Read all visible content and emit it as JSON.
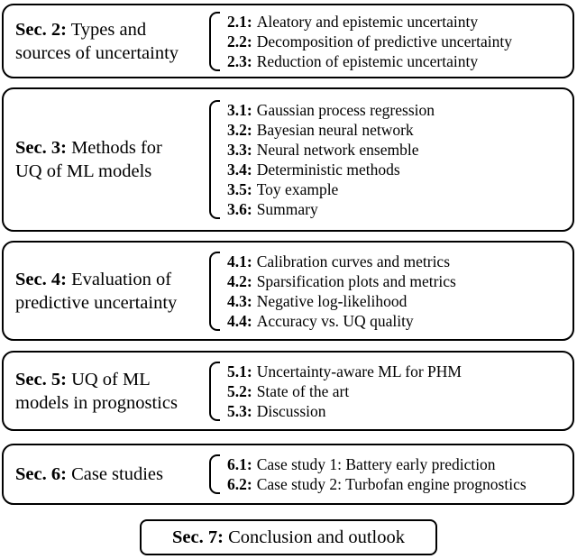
{
  "figure": {
    "background": "#ffffff",
    "border_color": "#000000",
    "text_color": "#000000",
    "sections": [
      {
        "title": {
          "bold": "Sec. 2:",
          "line1": "Types and",
          "line2": "sources of uncertainty"
        },
        "subsections": [
          {
            "num": "2.1:",
            "label": "Aleatory and epistemic uncertainty"
          },
          {
            "num": "2.2:",
            "label": "Decomposition of predictive uncertainty"
          },
          {
            "num": "2.3:",
            "label": "Reduction of epistemic uncertainty"
          }
        ]
      },
      {
        "title": {
          "bold": "Sec. 3:",
          "line1": "Methods for",
          "line2": "UQ of ML models"
        },
        "subsections": [
          {
            "num": "3.1:",
            "label": "Gaussian process regression"
          },
          {
            "num": "3.2:",
            "label": "Bayesian neural network"
          },
          {
            "num": "3.3:",
            "label": "Neural network ensemble"
          },
          {
            "num": "3.4:",
            "label": "Deterministic methods"
          },
          {
            "num": "3.5:",
            "label": "Toy example"
          },
          {
            "num": "3.6:",
            "label": "Summary"
          }
        ]
      },
      {
        "title": {
          "bold": "Sec. 4:",
          "line1": "Evaluation of",
          "line2": "predictive uncertainty"
        },
        "subsections": [
          {
            "num": "4.1:",
            "label": "Calibration curves and metrics"
          },
          {
            "num": "4.2:",
            "label": "Sparsification plots and metrics"
          },
          {
            "num": "4.3:",
            "label": "Negative log-likelihood"
          },
          {
            "num": "4.4:",
            "label": "Accuracy vs. UQ quality"
          }
        ]
      },
      {
        "title": {
          "bold": "Sec. 5:",
          "line1": "UQ of ML",
          "line2": "models in prognostics"
        },
        "subsections": [
          {
            "num": "5.1:",
            "label": "Uncertainty-aware ML for PHM"
          },
          {
            "num": "5.2:",
            "label": "State of the art"
          },
          {
            "num": "5.3:",
            "label": "Discussion"
          }
        ]
      },
      {
        "title": {
          "bold": "Sec. 6:",
          "line1": "Case studies"
        },
        "subsections": [
          {
            "num": "6.1:",
            "label": "Case study 1: Battery early prediction"
          },
          {
            "num": "6.2:",
            "label": "Case study 2: Turbofan engine prognostics"
          }
        ]
      },
      {
        "title": {
          "bold": "Sec. 7:",
          "line1": "Conclusion and outlook"
        },
        "subsections": []
      }
    ]
  }
}
